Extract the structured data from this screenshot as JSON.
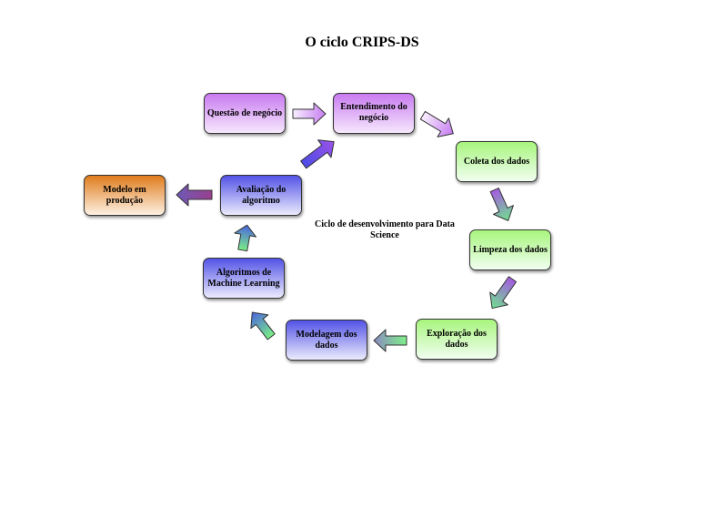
{
  "title": "O ciclo CRIPS-DS",
  "center_text": "Ciclo de desenvolvimento para Data Science",
  "nodes": {
    "questao": "Questão de negócio",
    "entendimento": "Entendimento do negócio",
    "coleta": "Coleta dos dados",
    "limpeza": "Limpeza dos dados",
    "exploracao": "Exploração dos dados",
    "modelagem": "Modelagem dos dados",
    "algoritmos": "Algoritmos de Machine Learning",
    "avaliacao": "Avaliação do algoritmo",
    "modelo": "Modelo em produção"
  },
  "colors": {
    "purple": "#c97bf0",
    "green": "#a8f57e",
    "blue": "#5353e6",
    "orange": "#e07c1c"
  }
}
